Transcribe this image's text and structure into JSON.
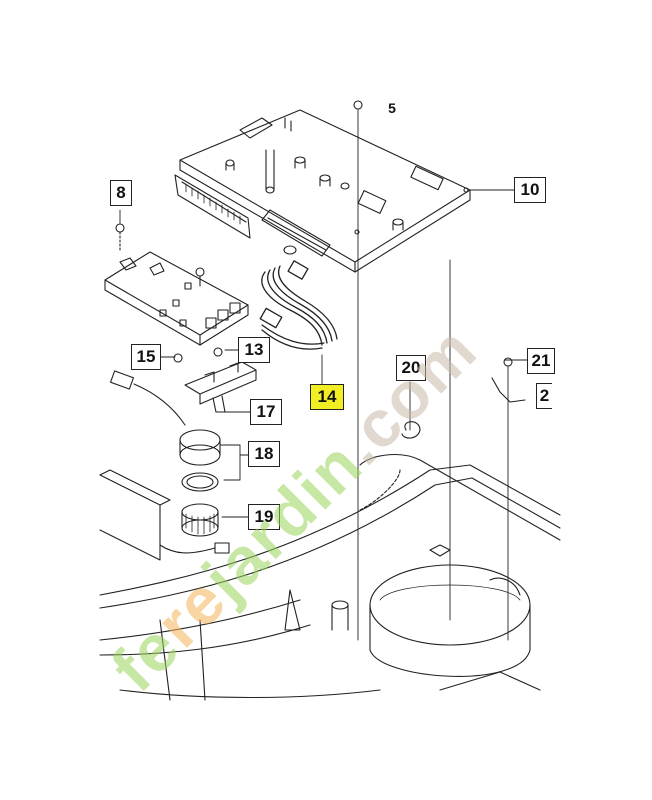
{
  "callouts": {
    "c8": "8",
    "c10": "10",
    "c13": "13",
    "c14": "14",
    "c15": "15",
    "c17": "17",
    "c18": "18",
    "c19": "19",
    "c20": "20",
    "c21": "21",
    "c2": "2",
    "c5": "5"
  },
  "watermark": {
    "part1": "f",
    "part2": "e",
    "part3": "r",
    "part4": "e",
    "part5": "j",
    "part6": "a",
    "part7": "rdin",
    "part8": ".com"
  },
  "colors": {
    "highlight": "#f2ee24",
    "line": "#222222",
    "watermark_green": "#9bd45a",
    "watermark_orange": "#f6b35a",
    "watermark_grey": "#c9b9a8"
  }
}
